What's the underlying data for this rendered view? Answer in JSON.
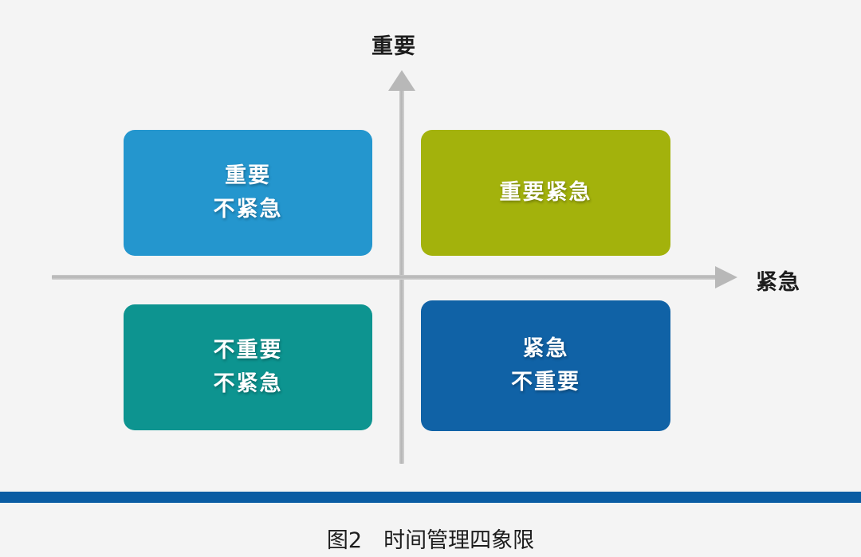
{
  "figure": {
    "background_color": "#f4f4f4",
    "caption": "图2　时间管理四象限",
    "accent_bar_color": "#0a5ca3"
  },
  "axes": {
    "vertical": {
      "label": "重要",
      "arrow_icon": "arrow-up-icon",
      "color": "#b8b8b8"
    },
    "horizontal": {
      "label": "紧急",
      "arrow_icon": "arrow-right-icon",
      "color": "#b8b8b8"
    }
  },
  "quadrants": [
    {
      "id": "important-not-urgent",
      "position": "top-left",
      "lines": [
        "重要",
        "不紧急"
      ],
      "color": "#2496ce",
      "shadow_color": "#1b6f9b"
    },
    {
      "id": "important-urgent",
      "position": "top-right",
      "lines": [
        "重要紧急"
      ],
      "color": "#a3b20c",
      "shadow_color": "#7d8809"
    },
    {
      "id": "not-important-not-urgent",
      "position": "bottom-left",
      "lines": [
        "不重要",
        "不紧急"
      ],
      "color": "#0d9490",
      "shadow_color": "#0a6e6b"
    },
    {
      "id": "urgent-not-important",
      "position": "bottom-right",
      "lines": [
        "紧急",
        "不重要"
      ],
      "color": "#1062a6",
      "shadow_color": "#0b4a7d"
    }
  ]
}
